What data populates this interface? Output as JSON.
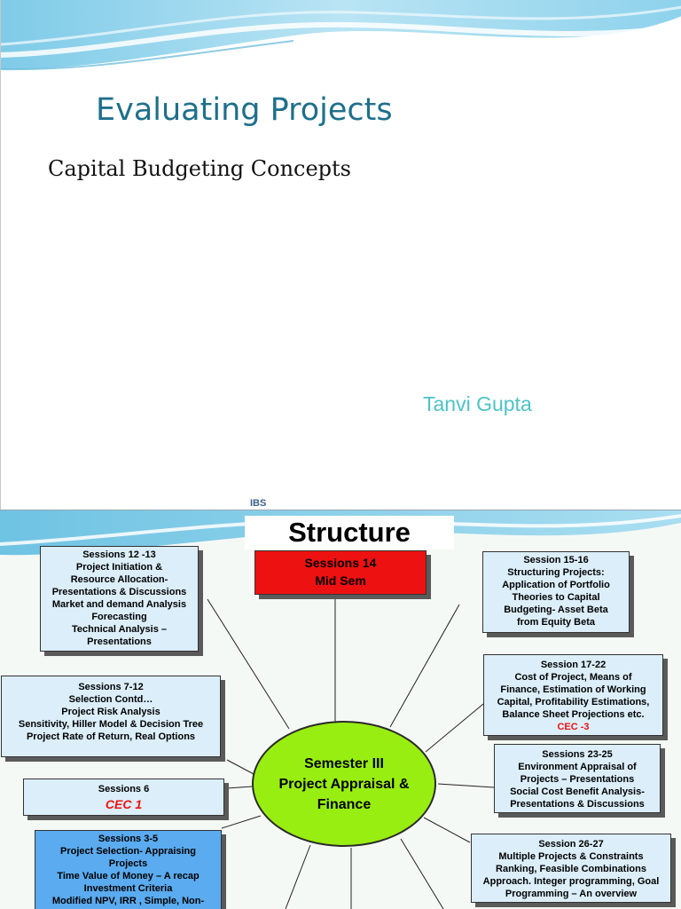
{
  "slide1": {
    "title": "Evaluating Projects",
    "subtitle": "Capital Budgeting Concepts",
    "author": "Tanvi Gupta",
    "footer": "IBS"
  },
  "slide2": {
    "heading": "Structure",
    "center": {
      "line1": "Semester III",
      "line2": "Project Appraisal &",
      "line3": "Finance"
    },
    "mid_sem": {
      "line1": "Sessions 14",
      "line2": "Mid Sem"
    },
    "boxes": {
      "s12_13": [
        "Sessions 12 -13",
        "Project  Initiation &",
        "Resource Allocation-",
        "Presentations & Discussions",
        "Market and demand Analysis",
        "Forecasting",
        "Technical Analysis –",
        "Presentations"
      ],
      "s7_12": [
        "Sessions 7-12",
        "Selection Contd…",
        "Project Risk Analysis",
        "Sensitivity, Hiller Model & Decision Tree",
        "Project Rate of Return, Real Options"
      ],
      "s6": [
        "Sessions 6",
        "CEC 1"
      ],
      "s3_5": [
        "Sessions 3-5",
        "Project Selection- Appraising",
        "Projects",
        "Time Value of Money – A recap",
        "Investment Criteria",
        "Modified NPV, IRR , Simple, Non-"
      ],
      "s15_16": [
        "Session 15-16",
        "Structuring Projects:",
        "Application of Portfolio",
        "Theories to Capital",
        "Budgeting- Asset Beta",
        "from Equity Beta"
      ],
      "s17_22": [
        "Session 17-22",
        "Cost of Project, Means of",
        "Finance, Estimation of Working",
        "Capital, Profitability Estimations,",
        "Balance Sheet Projections etc.",
        "CEC -3"
      ],
      "s23_25": [
        "Sessions 23-25",
        "Environment Appraisal of",
        "Projects – Presentations",
        "Social Cost Benefit Analysis-",
        "Presentations & Discussions"
      ],
      "s26_27": [
        "Session 26-27",
        "Multiple Projects & Constraints",
        "Ranking, Feasible Combinations",
        "Approach. Integer programming, Goal",
        "Programming – An overview"
      ]
    }
  },
  "colors": {
    "title": "#1f6f8b",
    "author": "#4ec2c6",
    "ellipse": "#99ee11",
    "light_box": "#dbeef9",
    "blue_box": "#5aabef",
    "red_box": "#ee1111"
  }
}
